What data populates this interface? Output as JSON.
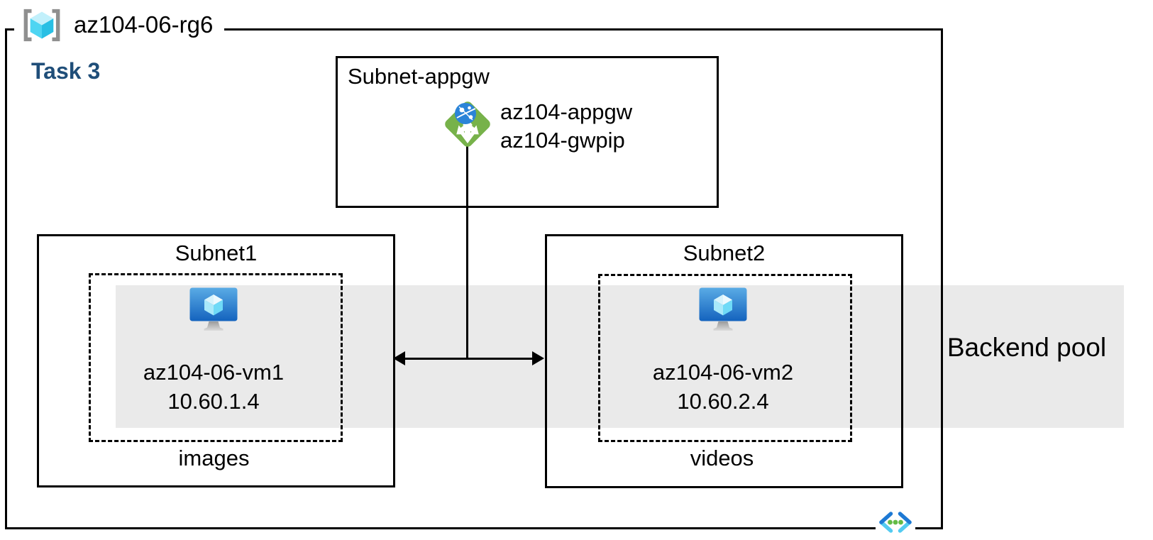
{
  "resource_group": {
    "name": "az104-06-rg6",
    "icon": "resource-group-icon"
  },
  "task_label": "Task 3",
  "appgw_subnet": {
    "title": "Subnet-appgw",
    "appgw_name": "az104-appgw",
    "appgw_pip": "az104-gwpip",
    "icon": "application-gateway-icon"
  },
  "subnet1": {
    "title": "Subnet1",
    "vm_name": "az104-06-vm1",
    "vm_ip": "10.60.1.4",
    "caption": "images",
    "icon": "virtual-machine-icon"
  },
  "subnet2": {
    "title": "Subnet2",
    "vm_name": "az104-06-vm2",
    "vm_ip": "10.60.2.4",
    "caption": "videos",
    "icon": "virtual-machine-icon"
  },
  "backend_pool": {
    "label": "Backend pool"
  },
  "connectors": {
    "gateway_to_pool": "vertical-line",
    "subnet1_subnet2": "double-headed-arrow"
  },
  "footer": {
    "icon": "virtual-network-icon"
  },
  "colors": {
    "task_label": "#1F4E79",
    "backend_pool_band": "#EAEAEA",
    "border": "#000000",
    "appgw_green": "#77B24A",
    "appgw_globe_blue": "#2B84D8",
    "vm_screen_top": "#5AABE5",
    "vm_screen_bottom": "#1463BE",
    "rg_bracket_gray": "#8F8F8F",
    "rg_cube_cyan": "#4ED5F2",
    "vnet_blue": "#1D79D4",
    "vnet_cyan": "#53CBF1",
    "vnet_dot_green": "#63BB46"
  }
}
